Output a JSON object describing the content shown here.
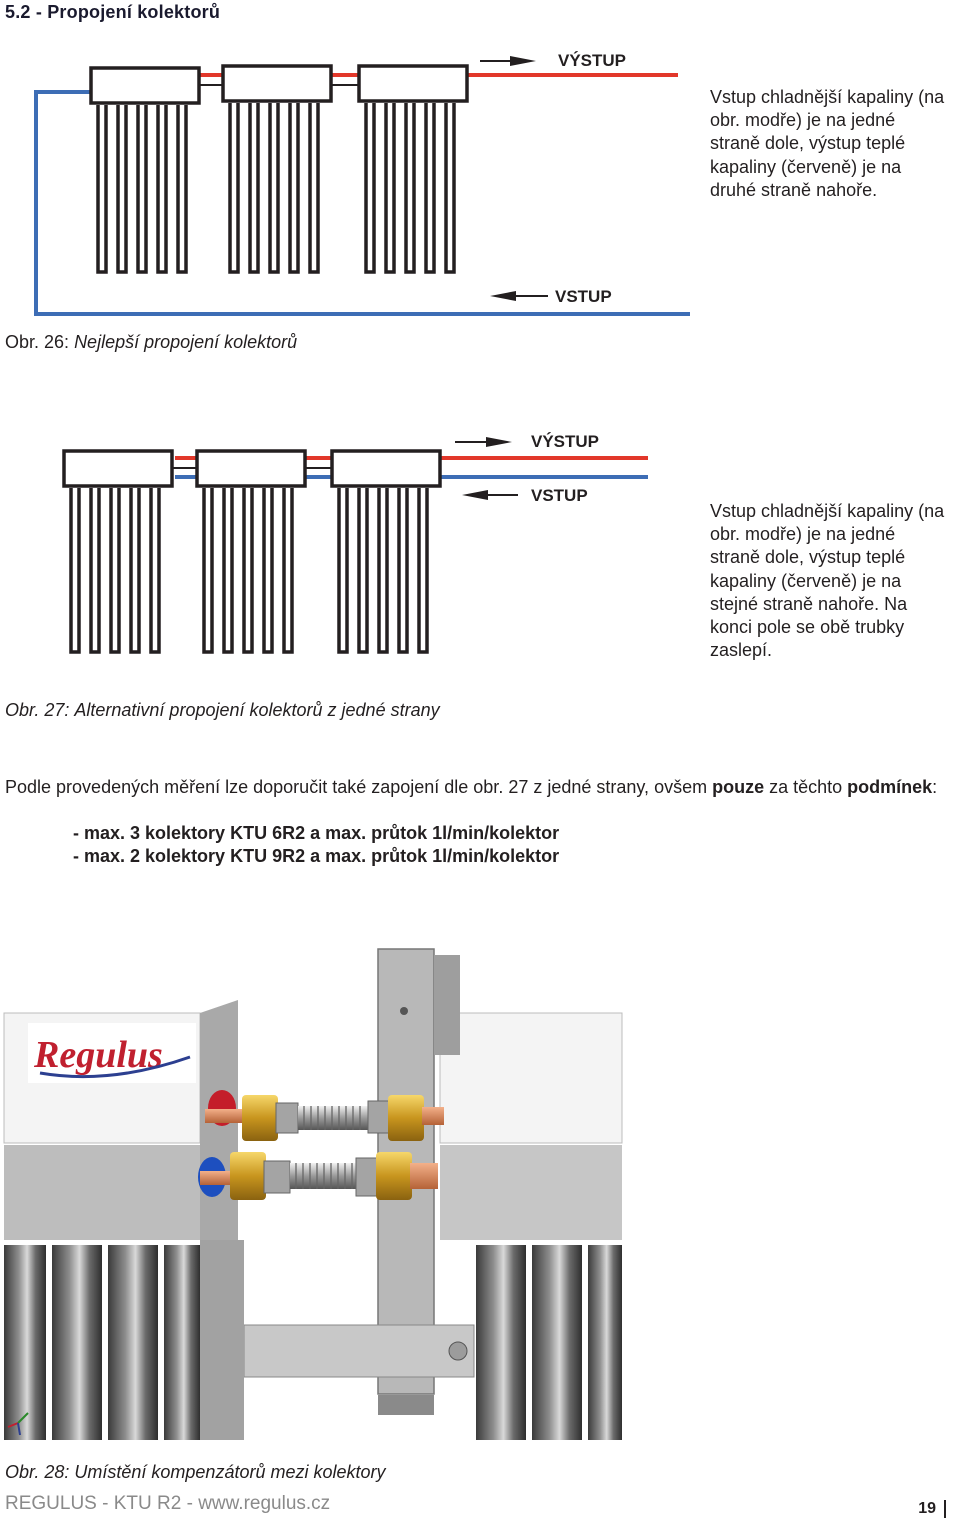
{
  "section_title": "5.2 - Propojení kolektorů",
  "figure26": {
    "label_out": "VÝSTUP",
    "label_in": "VSTUP",
    "description": "Vstup chladnější kapaliny (na obr. modře) je na jedné straně dole, výstup teplé kapaliny (červeně) je na druhé straně nahoře.",
    "caption_num": "Obr. 26:",
    "caption_text": "Nejlepší propojení kolektorů"
  },
  "figure27": {
    "label_out": "VÝSTUP",
    "label_in": "VSTUP",
    "description": "Vstup chladnější kapaliny (na obr. modře) je na jedné straně dole, výstup teplé kapaliny (červeně) je na stejné straně nahoře. Na konci pole se obě trubky zaslepí.",
    "caption_num": "Obr. 27:",
    "caption_text": "Alternativní propojení kolektorů z jedné strany"
  },
  "paragraph": {
    "part1": "Podle provedených měření lze doporučit také zapojení dle obr. 27 z jedné strany, ovšem ",
    "bold1": "pouze",
    "part2": " za těchto ",
    "bold2": "podmínek",
    "part3": ":"
  },
  "conditions": [
    "- max. 3 kolektory KTU 6R2 a max. průtok 1l/min/kolektor",
    "- max. 2 kolektory KTU 9R2 a max. průtok 1l/min/kolektor"
  ],
  "figure28": {
    "logo_text": "Regulus",
    "caption_num": "Obr. 28:",
    "caption_text": "Umístění kompenzátorů mezi kolektory"
  },
  "footer": {
    "text": "REGULUS - KTU R2 - www.regulus.cz",
    "page": "19"
  },
  "colors": {
    "hot": "#e2372a",
    "cold": "#3d6db5",
    "frame": "#231f20"
  }
}
